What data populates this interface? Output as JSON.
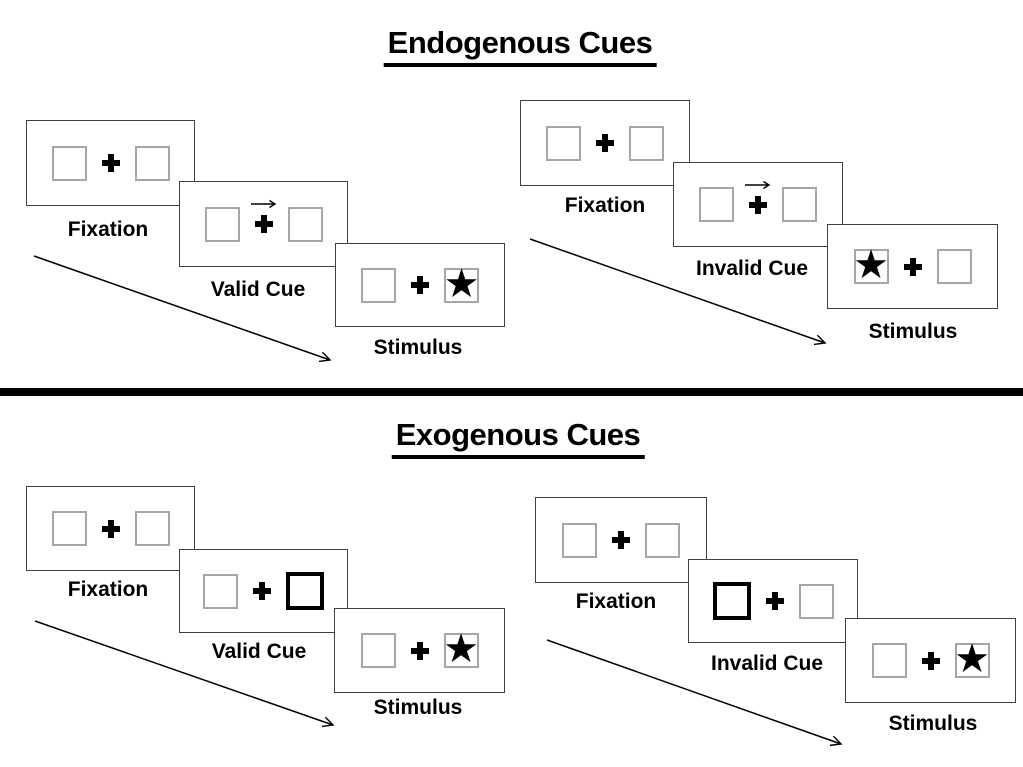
{
  "figure": {
    "type": "experiment-paradigm-diagram",
    "description_visible_text_only": true
  },
  "colors": {
    "background": "#ffffff",
    "ink": "#000000",
    "panel_border": "#404040",
    "box_border": "#a6a6a6",
    "cue_box_border": "#000000",
    "divider": "#000000"
  },
  "icons": {
    "star": "★",
    "plus": "plus-cross (CSS shape)",
    "cue_arrow": "right-arrow (SVG)",
    "timeline_arrow": "diagonal-arrow (SVG)"
  },
  "sections": [
    {
      "title": "Endogenous Cues",
      "trials": [
        {
          "name": "valid",
          "panels": [
            {
              "label": "Fixation",
              "left": "empty",
              "right": "empty",
              "cue_arrow": false
            },
            {
              "label": "Valid Cue",
              "left": "empty",
              "right": "empty",
              "cue_arrow": true
            },
            {
              "label": "Stimulus",
              "left": "empty",
              "right": "star",
              "cue_arrow": false
            }
          ]
        },
        {
          "name": "invalid",
          "panels": [
            {
              "label": "Fixation",
              "left": "empty",
              "right": "empty",
              "cue_arrow": false
            },
            {
              "label": "Invalid Cue",
              "left": "empty",
              "right": "empty",
              "cue_arrow": true
            },
            {
              "label": "Stimulus",
              "left": "star",
              "right": "empty",
              "cue_arrow": false
            }
          ]
        }
      ]
    },
    {
      "title": "Exogenous Cues",
      "trials": [
        {
          "name": "valid",
          "panels": [
            {
              "label": "Fixation",
              "left": "empty",
              "right": "empty",
              "cue_arrow": false
            },
            {
              "label": "Valid Cue",
              "left": "empty",
              "right": "bold-box",
              "cue_arrow": false
            },
            {
              "label": "Stimulus",
              "left": "empty",
              "right": "star",
              "cue_arrow": false
            }
          ]
        },
        {
          "name": "invalid",
          "panels": [
            {
              "label": "Fixation",
              "left": "empty",
              "right": "empty",
              "cue_arrow": false
            },
            {
              "label": "Invalid Cue",
              "left": "bold-box",
              "right": "empty",
              "cue_arrow": false
            },
            {
              "label": "Stimulus",
              "left": "empty",
              "right": "star",
              "cue_arrow": false
            }
          ]
        }
      ]
    }
  ]
}
